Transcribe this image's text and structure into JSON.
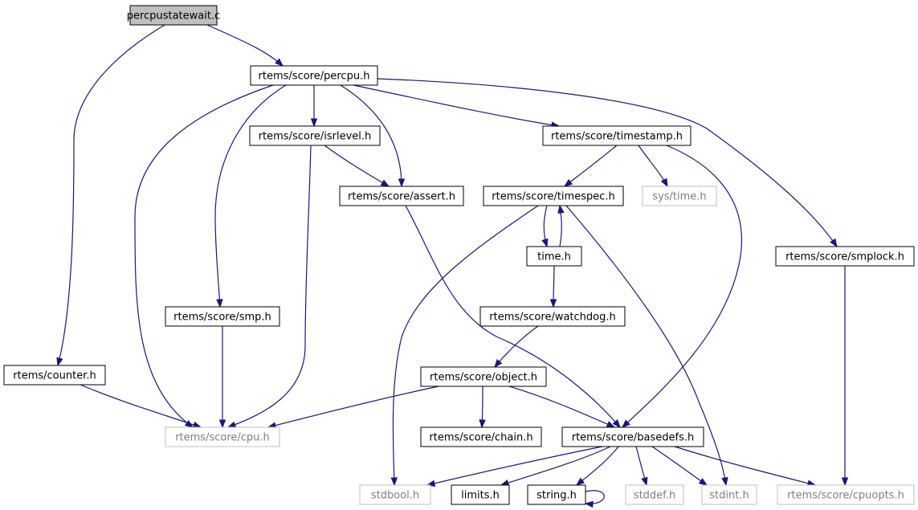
{
  "diagram": {
    "nodes": [
      {
        "id": "percpustatewait",
        "label": "percpustatewait.c",
        "style": "root"
      },
      {
        "id": "percpu",
        "label": "rtems/score/percpu.h",
        "style": "normal"
      },
      {
        "id": "counter",
        "label": "rtems/counter.h",
        "style": "normal"
      },
      {
        "id": "isrlevel",
        "label": "rtems/score/isrlevel.h",
        "style": "normal"
      },
      {
        "id": "timestamp",
        "label": "rtems/score/timestamp.h",
        "style": "normal"
      },
      {
        "id": "assert",
        "label": "rtems/score/assert.h",
        "style": "normal"
      },
      {
        "id": "timespec",
        "label": "rtems/score/timespec.h",
        "style": "normal"
      },
      {
        "id": "systime",
        "label": "sys/time.h",
        "style": "external"
      },
      {
        "id": "smplock",
        "label": "rtems/score/smplock.h",
        "style": "normal"
      },
      {
        "id": "time",
        "label": "time.h",
        "style": "normal"
      },
      {
        "id": "smp",
        "label": "rtems/score/smp.h",
        "style": "normal"
      },
      {
        "id": "watchdog",
        "label": "rtems/score/watchdog.h",
        "style": "normal"
      },
      {
        "id": "object",
        "label": "rtems/score/object.h",
        "style": "normal"
      },
      {
        "id": "cpu",
        "label": "rtems/score/cpu.h",
        "style": "external"
      },
      {
        "id": "chain",
        "label": "rtems/score/chain.h",
        "style": "normal"
      },
      {
        "id": "basedefs",
        "label": "rtems/score/basedefs.h",
        "style": "normal"
      },
      {
        "id": "stdbool",
        "label": "stdbool.h",
        "style": "external"
      },
      {
        "id": "limits",
        "label": "limits.h",
        "style": "normal"
      },
      {
        "id": "string",
        "label": "string.h",
        "style": "normal"
      },
      {
        "id": "stddef",
        "label": "stddef.h",
        "style": "external"
      },
      {
        "id": "stdint",
        "label": "stdint.h",
        "style": "external"
      },
      {
        "id": "cpuopts",
        "label": "rtems/score/cpuopts.h",
        "style": "external"
      }
    ],
    "edges": [
      {
        "from": "percpustatewait",
        "to": "percpu"
      },
      {
        "from": "percpustatewait",
        "to": "counter"
      },
      {
        "from": "percpu",
        "to": "isrlevel"
      },
      {
        "from": "percpu",
        "to": "assert"
      },
      {
        "from": "percpu",
        "to": "timestamp"
      },
      {
        "from": "percpu",
        "to": "smplock"
      },
      {
        "from": "percpu",
        "to": "smp"
      },
      {
        "from": "percpu",
        "to": "cpu"
      },
      {
        "from": "counter",
        "to": "cpu"
      },
      {
        "from": "isrlevel",
        "to": "assert"
      },
      {
        "from": "isrlevel",
        "to": "cpu"
      },
      {
        "from": "timestamp",
        "to": "timespec"
      },
      {
        "from": "timestamp",
        "to": "systime"
      },
      {
        "from": "timestamp",
        "to": "basedefs"
      },
      {
        "from": "assert",
        "to": "basedefs"
      },
      {
        "from": "timespec",
        "to": "time"
      },
      {
        "from": "timespec",
        "to": "stdbool"
      },
      {
        "from": "timespec",
        "to": "stdint"
      },
      {
        "from": "time",
        "to": "timespec"
      },
      {
        "from": "time",
        "to": "watchdog"
      },
      {
        "from": "watchdog",
        "to": "object"
      },
      {
        "from": "smp",
        "to": "cpu"
      },
      {
        "from": "object",
        "to": "cpu"
      },
      {
        "from": "object",
        "to": "chain"
      },
      {
        "from": "object",
        "to": "basedefs"
      },
      {
        "from": "smplock",
        "to": "cpuopts"
      },
      {
        "from": "basedefs",
        "to": "stdbool"
      },
      {
        "from": "basedefs",
        "to": "limits"
      },
      {
        "from": "basedefs",
        "to": "string"
      },
      {
        "from": "basedefs",
        "to": "stddef"
      },
      {
        "from": "basedefs",
        "to": "stdint"
      },
      {
        "from": "basedefs",
        "to": "cpuopts"
      },
      {
        "from": "string",
        "to": "string"
      }
    ]
  },
  "colors": {
    "edge": "#191970",
    "root_fill": "#bfbfbf",
    "normal_stroke": "#000000",
    "external_stroke": "#bfbfbf",
    "normal_text": "#000000",
    "external_text": "#7f7f7f"
  }
}
